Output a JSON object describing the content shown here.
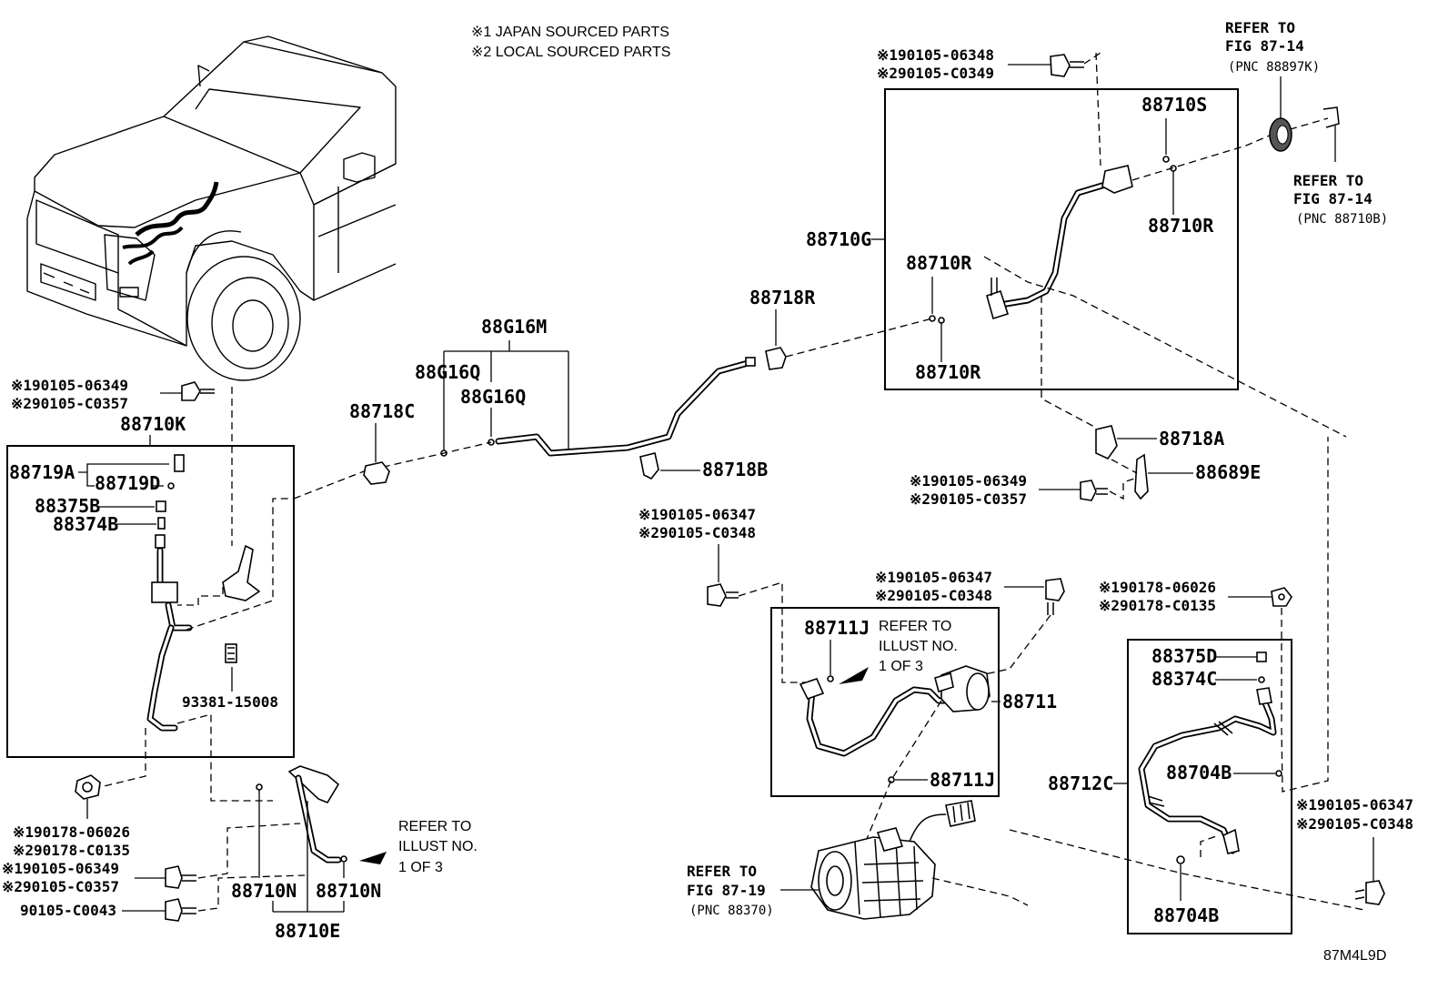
{
  "notes": {
    "note1": "※1 JAPAN SOURCED PARTS",
    "note2": "※2 LOCAL SOURCED PARTS"
  },
  "refs": {
    "top_right_a": [
      "REFER TO",
      "FIG 87-14",
      "(PNC 88897K)"
    ],
    "top_right_b": [
      "REFER TO",
      "FIG 87-14",
      "(PNC 88710B)"
    ],
    "compressor": [
      "REFER TO",
      "FIG 87-19",
      "(PNC 88370)"
    ],
    "illust_mid": [
      "REFER TO",
      "ILLUST NO.",
      "1 OF 3"
    ],
    "illust_bottom": [
      "REFER TO",
      "ILLUST NO.",
      "1 OF 3"
    ]
  },
  "labels": {
    "p88G16M": "88G16M",
    "p88G16Q_a": "88G16Q",
    "p88G16Q_b": "88G16Q",
    "p88718C": "88718C",
    "p88718R": "88718R",
    "p88718B": "88718B",
    "p88718A": "88718A",
    "p88689E": "88689E",
    "p88710G": "88710G",
    "p88710S": "88710S",
    "p88710R_a": "88710R",
    "p88710R_b": "88710R",
    "p88710R_c": "88710R",
    "p88710K": "88710K",
    "p88719A": "88719A",
    "p88719D": "88719D",
    "p88375B": "88375B",
    "p88374B": "88374B",
    "p93381": "93381-15008",
    "p88710N_a": "88710N",
    "p88710N_b": "88710N",
    "p88710E": "88710E",
    "p88711": "88711",
    "p88711J_a": "88711J",
    "p88711J_b": "88711J",
    "p88712C": "88712C",
    "p88375D": "88375D",
    "p88374C": "88374C",
    "p88704B_a": "88704B",
    "p88704B_b": "88704B",
    "p90105C0043": "90105-C0043"
  },
  "bolts": {
    "b1": [
      "※190105-06348",
      "※290105-C0349"
    ],
    "b2": [
      "※190105-06349",
      "※290105-C0357"
    ],
    "b3": [
      "※190105-06349",
      "※290105-C0357"
    ],
    "b4": [
      "※190105-06347",
      "※290105-C0348"
    ],
    "b5": [
      "※190105-06347",
      "※290105-C0348"
    ],
    "b6": [
      "※190178-06026",
      "※290178-C0135"
    ],
    "b7": [
      "※190178-06026",
      "※290178-C0135"
    ],
    "b8": [
      "※190105-06349",
      "※290105-C0357"
    ],
    "b9": [
      "※190105-06347",
      "※290105-C0348"
    ]
  },
  "diagram_code": "87M4L9D"
}
